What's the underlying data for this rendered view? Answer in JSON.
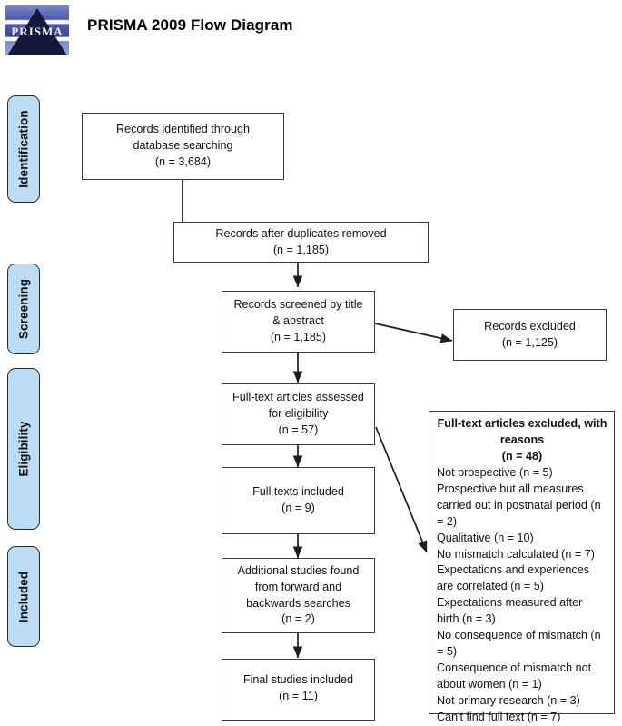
{
  "header": {
    "title": "PRISMA 2009 Flow Diagram",
    "logo_word": "PRISMA",
    "logo_name": "prisma-logo"
  },
  "phases": [
    {
      "label": "Identification"
    },
    {
      "label": "Screening"
    },
    {
      "label": "Eligibility"
    },
    {
      "label": "Included"
    }
  ],
  "boxes": {
    "identified": {
      "lines": [
        "Records identified through",
        "database searching",
        "(n = 3,684)"
      ]
    },
    "deduplicated": {
      "lines": [
        "Records after duplicates removed",
        "(n = 1,185)"
      ]
    },
    "screened": {
      "lines": [
        "Records screened by title",
        "& abstract",
        "(n = 1,185)"
      ]
    },
    "excluded": {
      "lines": [
        "Records excluded",
        "(n = 1,125)"
      ]
    },
    "fulltext_assessed": {
      "lines": [
        "Full-text articles assessed",
        "for eligibility",
        "(n = 57)"
      ]
    },
    "fulltext_included": {
      "lines": [
        "Full texts included",
        "(n = 9)"
      ]
    },
    "additional": {
      "lines": [
        "Additional studies found",
        "from forward and",
        "backwards searches",
        "(n = 2)"
      ]
    },
    "final": {
      "lines": [
        "Final studies included",
        "(n = 11)"
      ]
    }
  },
  "reasons_box": {
    "heading": [
      "Full-text articles excluded, with",
      "reasons",
      "(n = 48)"
    ],
    "reasons": [
      "Not prospective (n = 5)",
      "Prospective but all measures carried out in postnatal period (n = 2)",
      "Qualitative (n = 10)",
      "No mismatch calculated (n = 7)",
      "Expectations and experiences are correlated (n = 5)",
      "Expectations measured after birth (n = 3)",
      "No consequence of mismatch (n = 5)",
      "Consequence of mismatch not about women (n = 1)",
      "Not primary research (n = 3)",
      "Can't find full text (n = 7)"
    ]
  },
  "colors": {
    "phase_tab_fill": "#bcdcf5",
    "box_border": "#3a3a3a",
    "text": "#111111",
    "logo_blue": "#4f5bab",
    "logo_dark": "#14183c"
  }
}
